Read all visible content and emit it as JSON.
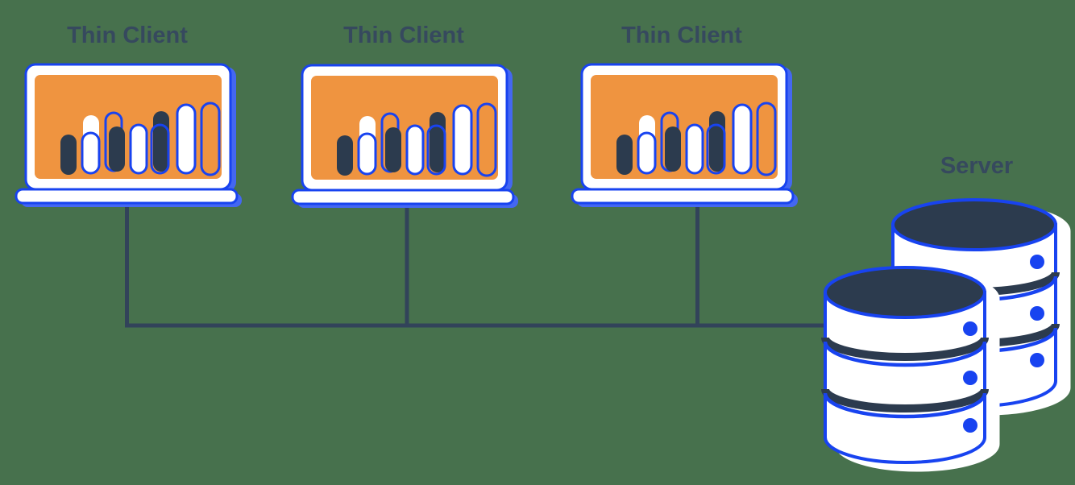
{
  "background_color": "#47714D",
  "colors": {
    "bg": "#47714D",
    "blue": "#1843F0",
    "navy": "#2C3B4E",
    "orange": "#EF9440",
    "line": "#32435A",
    "text": "#36495E",
    "shadow_blue": "#4467F2",
    "white": "#FFFFFF"
  },
  "diagram": {
    "clients": [
      {
        "label": "Thin Client",
        "icon": "laptop-bar-chart-icon"
      },
      {
        "label": "Thin Client",
        "icon": "laptop-bar-chart-icon"
      },
      {
        "label": "Thin Client",
        "icon": "laptop-bar-chart-icon"
      }
    ],
    "server": {
      "label": "Server",
      "icon": "database-stack-icon"
    },
    "connections": [
      {
        "from": "thin-client-1",
        "to": "server"
      },
      {
        "from": "thin-client-2",
        "to": "server"
      },
      {
        "from": "thin-client-3",
        "to": "server"
      }
    ]
  }
}
